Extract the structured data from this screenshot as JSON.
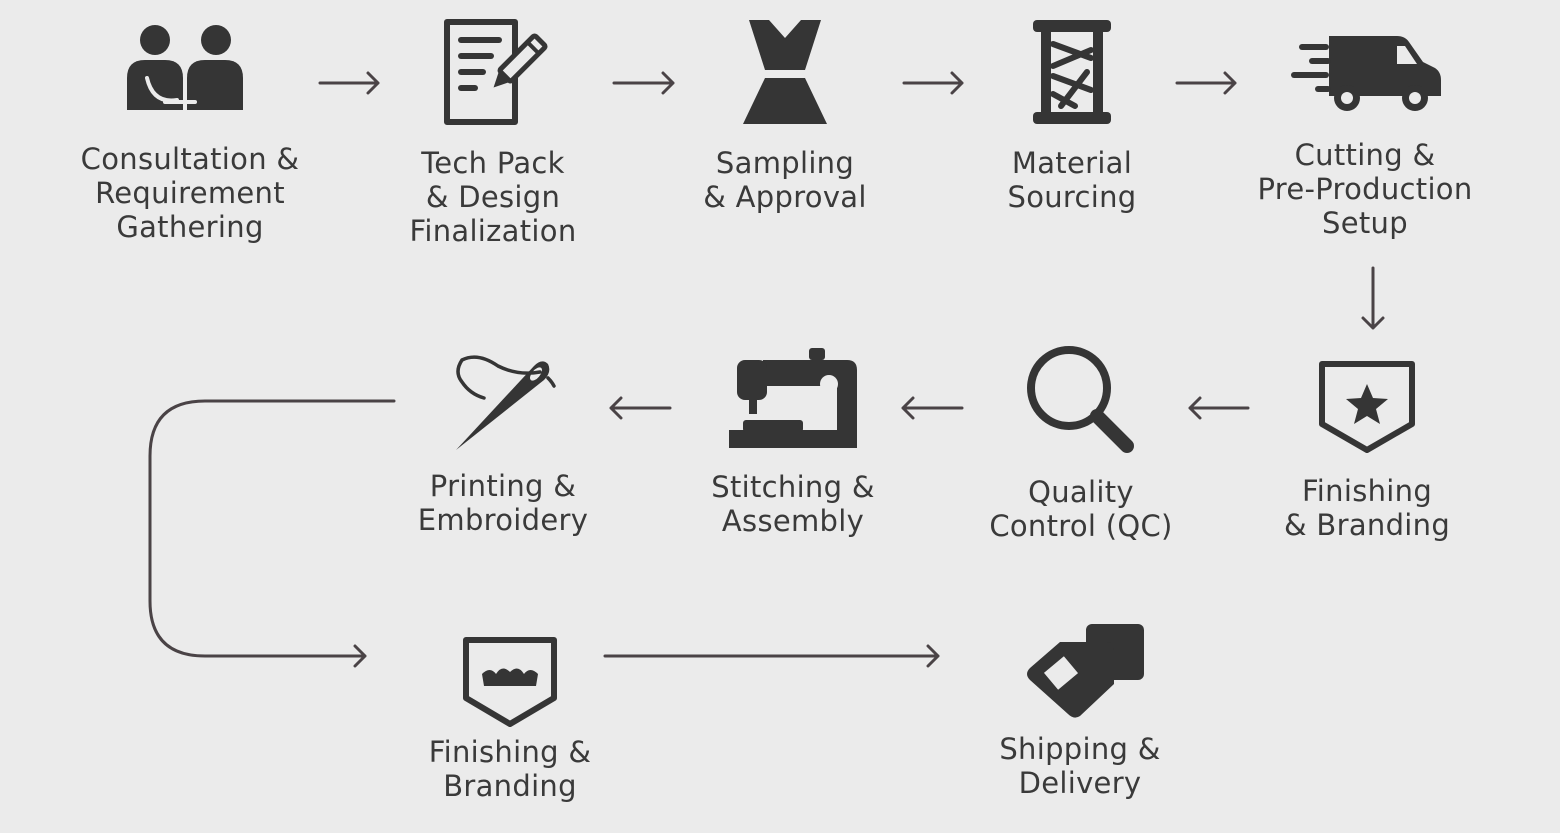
{
  "colors": {
    "background": "#ebebeb",
    "icon": "#353535",
    "text": "#3a3a3a",
    "connector": "#4a4346"
  },
  "steps": [
    {
      "id": "consultation",
      "label": "Consultation &\nRequirement\nGathering",
      "icon": "people-icon"
    },
    {
      "id": "tech-pack",
      "label": "Tech Pack\n& Design\nFinalization",
      "icon": "document-pencil-icon"
    },
    {
      "id": "sampling",
      "label": "Sampling\n& Approval",
      "icon": "dress-icon"
    },
    {
      "id": "material",
      "label": "Material\nSourcing",
      "icon": "thread-spool-icon"
    },
    {
      "id": "cutting",
      "label": "Cutting &\nPre-Production\nSetup",
      "icon": "delivery-van-icon"
    },
    {
      "id": "finishing-1",
      "label": "Finishing\n& Branding",
      "icon": "shield-star-icon"
    },
    {
      "id": "qc",
      "label": "Quality\nControl (QC)",
      "icon": "magnifier-icon"
    },
    {
      "id": "stitching",
      "label": "Stitching &\nAssembly",
      "icon": "sewing-machine-icon"
    },
    {
      "id": "printing",
      "label": "Printing &\nEmbroidery",
      "icon": "needle-thread-icon"
    },
    {
      "id": "finishing-2",
      "label": "Finishing &\nBranding",
      "icon": "shield-crown-icon"
    },
    {
      "id": "shipping",
      "label": "Shipping &\nDelivery",
      "icon": "price-tag-icon"
    }
  ]
}
